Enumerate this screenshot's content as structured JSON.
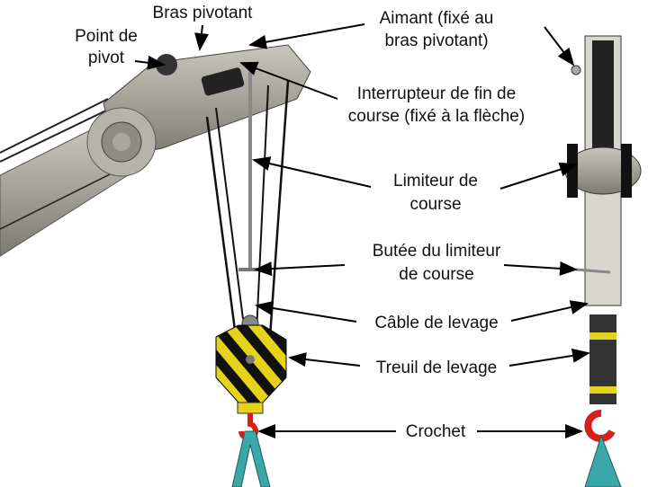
{
  "labels": {
    "bras_pivotant": "Bras pivotant",
    "point_de_pivot": [
      "Point de",
      "pivot"
    ],
    "aimant": [
      "Aimant (fixé au",
      "bras pivotant)"
    ],
    "interrupteur": [
      "Interrupteur de fin de",
      "course (fixé à la flèche)"
    ],
    "limiteur": [
      "Limiteur de",
      "course"
    ],
    "butee": [
      "Butée du limiteur",
      "de course"
    ],
    "cable": "Câble de levage",
    "treuil": "Treuil de levage",
    "crochet": "Crochet"
  },
  "colors": {
    "hazard_yellow": "#e5d21a",
    "hook_red": "#d6201c",
    "sling_teal": "#3aa7a8",
    "metal": "#a8a69c"
  }
}
